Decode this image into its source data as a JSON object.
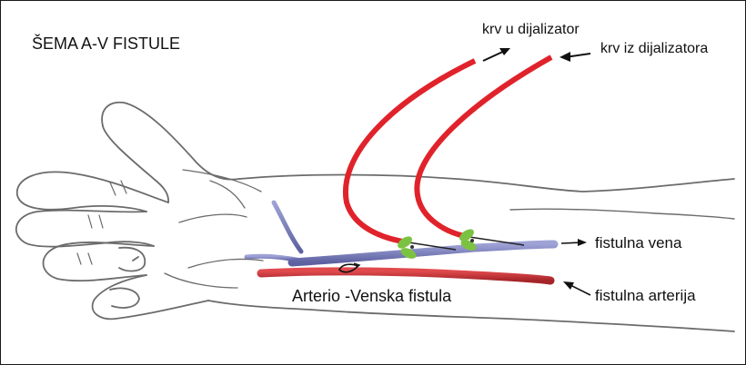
{
  "title": "ŠEMA A-V FISTULE",
  "labels": {
    "blood_to_dialyzer": "krv u dijalizator",
    "blood_from_dialyzer": "krv iz dijalizatora",
    "fistula_vein": "fistulna vena",
    "fistula_artery": "fistulna arterija",
    "av_fistula": "Arterio -Venska fistula"
  },
  "colors": {
    "blood_line": "#e0232b",
    "artery": "#c8373a",
    "vein": "#7b7fb8",
    "clamp": "#7cc242",
    "outline": "#6b6b6b"
  },
  "icons": [
    "arrow-out-icon",
    "arrow-in-icon",
    "clamp-icon"
  ]
}
